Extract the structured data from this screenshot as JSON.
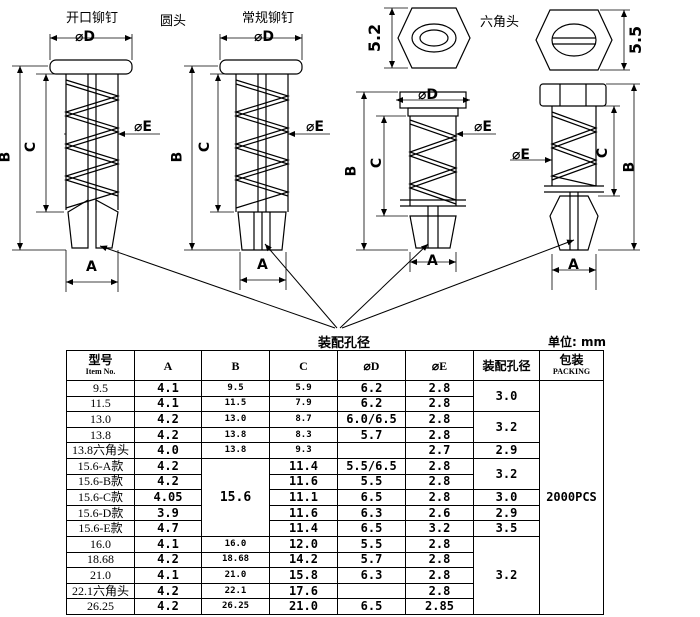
{
  "drawing": {
    "titles": [
      "开口铆钉",
      "圆头",
      "常规铆钉",
      "六角头"
    ],
    "dims": {
      "D": "⌀D",
      "E": "⌀E",
      "A": "A",
      "B": "B",
      "C": "C",
      "hex1": "5.2",
      "hex2": "5.5"
    }
  },
  "caption": "装配孔径",
  "unit": "单位: mm",
  "table": {
    "headers": {
      "item": "型号",
      "item_en": "Item No.",
      "a": "A",
      "b": "B",
      "c": "C",
      "d": "⌀D",
      "e": "⌀E",
      "hole": "装配孔径",
      "pack": "包装",
      "pack_en": "PACKING"
    },
    "rows": [
      {
        "item": "9.5",
        "a": "4.1",
        "b": "9.5",
        "c": "5.9",
        "d": "6.2",
        "e": "2.8"
      },
      {
        "item": "11.5",
        "a": "4.1",
        "b": "11.5",
        "c": "7.9",
        "d": "6.2",
        "e": "2.8"
      },
      {
        "item": "13.0",
        "a": "4.2",
        "b": "13.0",
        "c": "8.7",
        "d": "6.0/6.5",
        "e": "2.8"
      },
      {
        "item": "13.8",
        "a": "4.2",
        "b": "13.8",
        "c": "8.3",
        "d": "5.7",
        "e": "2.8"
      },
      {
        "item": "13.8六角头",
        "a": "4.0",
        "b": "13.8",
        "c": "9.3",
        "d": "",
        "e": "2.7"
      },
      {
        "item": "15.6-A款",
        "a": "4.2",
        "b": "",
        "c": "11.4",
        "d": "5.5/6.5",
        "e": "2.8"
      },
      {
        "item": "15.6-B款",
        "a": "4.2",
        "b": "",
        "c": "11.6",
        "d": "5.5",
        "e": "2.8"
      },
      {
        "item": "15.6-C款",
        "a": "4.05",
        "b": "15.6",
        "c": "11.1",
        "d": "6.5",
        "e": "2.8"
      },
      {
        "item": "15.6-D款",
        "a": "3.9",
        "b": "",
        "c": "11.6",
        "d": "6.3",
        "e": "2.6"
      },
      {
        "item": "15.6-E款",
        "a": "4.7",
        "b": "",
        "c": "11.4",
        "d": "6.5",
        "e": "3.2"
      },
      {
        "item": "16.0",
        "a": "4.1",
        "b": "16.0",
        "c": "12.0",
        "d": "5.5",
        "e": "2.8"
      },
      {
        "item": "18.68",
        "a": "4.2",
        "b": "18.68",
        "c": "14.2",
        "d": "5.7",
        "e": "2.8"
      },
      {
        "item": "21.0",
        "a": "4.1",
        "b": "21.0",
        "c": "15.8",
        "d": "6.3",
        "e": "2.8"
      },
      {
        "item": "22.1六角头",
        "a": "4.2",
        "b": "22.1",
        "c": "17.6",
        "d": "",
        "e": "2.8"
      },
      {
        "item": "26.25",
        "a": "4.2",
        "b": "26.25",
        "c": "21.0",
        "d": "6.5",
        "e": "2.85"
      }
    ],
    "holes": [
      "3.0",
      "3.2",
      "2.9",
      "3.2",
      "3.0",
      "2.9",
      "3.5",
      "3.2"
    ],
    "packing": "2000PCS"
  }
}
